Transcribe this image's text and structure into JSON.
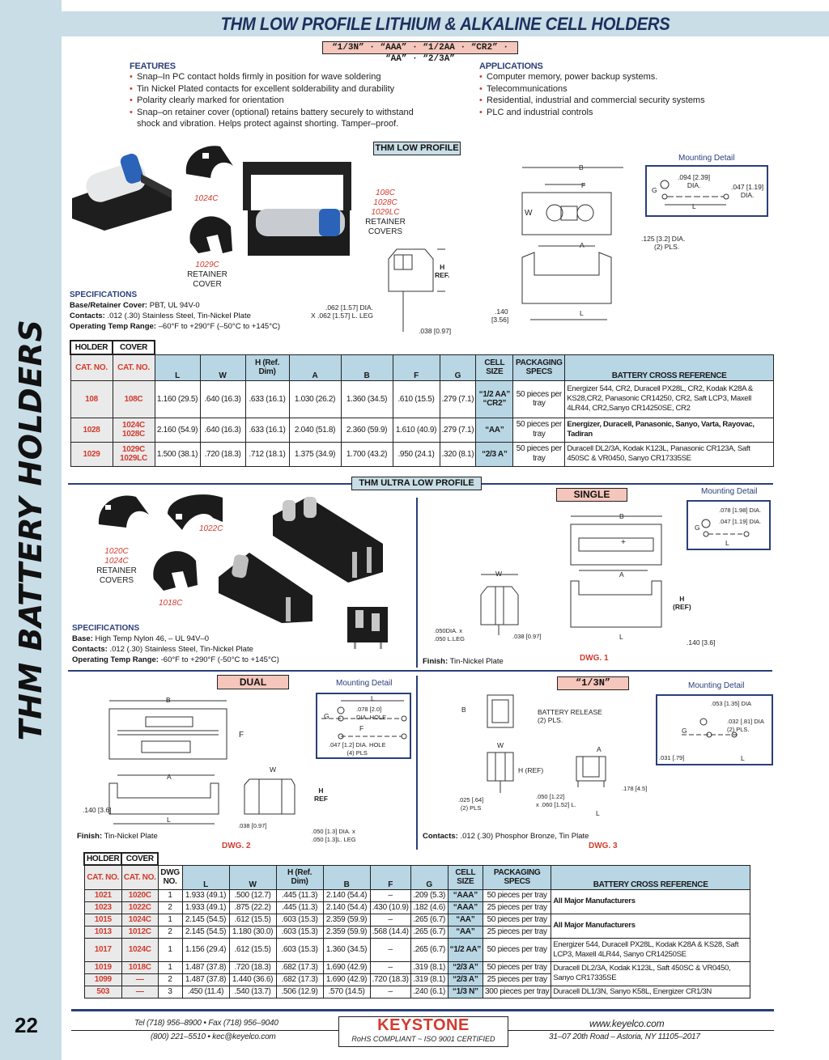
{
  "sidebar": {
    "title": "THM BATTERY HOLDERS",
    "page_number": "22"
  },
  "header": {
    "title": "THM LOW PROFILE LITHIUM & ALKALINE CELL HOLDERS",
    "sizes": "“1/3N” · “AAA” · “1/2AA · “CR2” · “AA” · “2/3A”"
  },
  "features": {
    "heading": "FEATURES",
    "items": [
      "Snap–In PC contact holds firmly in position for wave soldering",
      "Tin Nickel Plated contacts for excellent solderability and durability",
      "Polarity clearly marked for orientation",
      "Snap–on retainer cover (optional) retains battery securely to withstand shock and vibration. Helps protect against shorting. Tamper–proof."
    ]
  },
  "applications": {
    "heading": "APPLICATIONS",
    "items": [
      "Computer memory, power backup systems.",
      "Telecommunications",
      "Residential, industrial and commercial security systems",
      "PLC and industrial controls"
    ]
  },
  "low_profile": {
    "label": "THM LOW PROFILE",
    "cover_1024c": "1024C",
    "cover_1029c": "1029C",
    "retainer_cover": [
      "RETAINER",
      "COVER"
    ],
    "covers_list": [
      "108C",
      "1028C",
      "1029LC"
    ],
    "retainer_covers": [
      "RETAINER",
      "COVERS"
    ],
    "specs": {
      "heading": "SPECIFICATIONS",
      "rows": [
        {
          "label": "Base/Retainer Cover:",
          "value": "PBT, UL 94V-0"
        },
        {
          "label": "Contacts:",
          "value": ".012 (.30) Stainless Steel, Tin-Nickel Plate"
        },
        {
          "label": "Operating Temp Range:",
          "value": "–60°F to +290°F (–50°C to +145°C)"
        }
      ]
    },
    "side_dims": {
      "h_ref": [
        "H",
        "REF."
      ],
      "leg": [
        ".062 [1.57] DIA.",
        "X .062 [1.57] L. LEG"
      ],
      "pin": ".038 [0.97]"
    },
    "drawing_dims": {
      "b": "B",
      "f": "F",
      "w": "W",
      "a": "A",
      "l": "L",
      "hole": [
        ".125 [3.2] DIA.",
        "(2) PLS."
      ],
      "standoff": [
        ".140",
        "[3.56]"
      ]
    },
    "mounting": {
      "title": "Mounting Detail",
      "d1": [
        ".094 [2.39]",
        "DIA."
      ],
      "d2": [
        ".047 [1.19]",
        "DIA."
      ],
      "g": "G",
      "l": "L"
    }
  },
  "table1": {
    "group_headers": [
      "HOLDER",
      "COVER"
    ],
    "columns": [
      "CAT. NO.",
      "CAT. NO.",
      "L",
      "W",
      "H (Ref. Dim)",
      "A",
      "B",
      "F",
      "G",
      "CELL SIZE",
      "PACKAGING SPECS",
      "BATTERY CROSS REFERENCE"
    ],
    "rows": [
      {
        "holder": "108",
        "cover": "108C",
        "L": "1.160 (29.5)",
        "W": ".640 (16.3)",
        "H": ".633 (16.1)",
        "A": "1.030 (26.2)",
        "B": "1.360 (34.5)",
        "F": ".610 (15.5)",
        "G": ".279 (7.1)",
        "cell": "“1/2 AA” “CR2”",
        "pack": "50 pieces per tray",
        "xref": "Energizer 544, CR2, Duracell PX28L, CR2, Kodak K28A & KS28,CR2, Panasonic CR14250, CR2, Saft LCP3, Maxell 4LR44, CR2,Sanyo CR14250SE, CR2"
      },
      {
        "holder": "1028",
        "cover": "1024C 1028C",
        "L": "2.160 (54.9)",
        "W": ".640 (16.3)",
        "H": ".633 (16.1)",
        "A": "2.040 (51.8)",
        "B": "2.360 (59.9)",
        "F": "1.610 (40.9)",
        "G": ".279 (7.1)",
        "cell": "“AA”",
        "pack": "50 pieces per tray",
        "xref": "Energizer, Duracell, Panasonic, Sanyo, Varta, Rayovac, Tadiran"
      },
      {
        "holder": "1029",
        "cover": "1029C 1029LC",
        "L": "1.500 (38.1)",
        "W": ".720 (18.3)",
        "H": ".712 (18.1)",
        "A": "1.375 (34.9)",
        "B": "1.700 (43.2)",
        "F": ".950 (24.1)",
        "G": ".320 (8.1)",
        "cell": "“2/3 A”",
        "pack": "50 pieces per tray",
        "xref": "Duracell DL2/3A, Kodak K123L, Panasonic CR123A, Saft 450SC & VR0450, Sanyo CR17335SE"
      }
    ]
  },
  "ultra_low": {
    "label": "THM ULTRA LOW PROFILE",
    "cover_1022c": "1022C",
    "covers_a": [
      "1020C",
      "1024C"
    ],
    "retainer_covers": [
      "RETAINER",
      "COVERS"
    ],
    "cover_1018c": "1018C",
    "specs": {
      "heading": "SPECIFICATIONS",
      "rows": [
        {
          "label": "Base:",
          "value": "High Temp Nylon 46, – UL 94V–0"
        },
        {
          "label": "Contacts:",
          "value": ".012 (.30) Stainless Steel, Tin-Nickel Plate"
        },
        {
          "label": "Operating Temp Range:",
          "value": "-60°F to +290°F (-50°C to +145°C)"
        }
      ]
    }
  },
  "single": {
    "label": "SINGLE",
    "mounting_title": "Mounting Detail",
    "m1": ".078 [1.98] DIA.",
    "m2": ".047 [1.19] DIA.",
    "g": "G",
    "l": "L",
    "b": "B",
    "a": "A",
    "w": "W",
    "h_ref": [
      "H",
      "(REF)"
    ],
    "leg": [
      ".050DIA. x",
      ".050 L.LEG"
    ],
    "pin": ".038 [0.97]",
    "standoff": ".140 [3.6]",
    "finish_label": "Finish:",
    "finish_value": "Tin-Nickel Plate",
    "dwg": "DWG. 1"
  },
  "dual": {
    "label": "DUAL",
    "mounting_title": "Mounting Detail",
    "m1": [
      ".078 [2.0]",
      "DIA. HOLE"
    ],
    "m2": [
      ".047 [1.2] DIA. HOLE",
      "(4) PLS"
    ],
    "g": "G",
    "l": "L",
    "f": "F",
    "b": "B",
    "a": "A",
    "w": "W",
    "h_ref": [
      "H",
      "REF"
    ],
    "standoff": ".140 [3.6]",
    "pin": ".038 [0.97]",
    "leg": [
      ".050 [1.3] DIA. x",
      ".050 [1.3]L. LEG"
    ],
    "finish_label": "Finish:",
    "finish_value": "Tin-Nickel Plate",
    "dwg": "DWG. 2"
  },
  "third_n": {
    "label": "“1/3N”",
    "mounting_title": "Mounting Detail",
    "m1": ".053 [1.35] DIA",
    "m2": [
      ".032 [.81] DIA",
      "(2) PLS."
    ],
    "m3": ".031 [.79]",
    "g": "G",
    "l": "L",
    "b": "B",
    "w": "W",
    "a": "A",
    "release": [
      "BATTERY RELEASE",
      "(2) PLS."
    ],
    "h_ref": "H (REF)",
    "pin": [
      ".025 [.64]",
      "(2) PLS"
    ],
    "leg": [
      ".050 [1.22]",
      "x .060 [1.52] L."
    ],
    "standoff": ".178 [4.5]",
    "contacts_label": "Contacts:",
    "contacts_value": ".012 (.30) Phosphor Bronze, Tin Plate",
    "dwg": "DWG. 3"
  },
  "table2": {
    "group_headers": [
      "HOLDER",
      "COVER"
    ],
    "columns": [
      "CAT. NO.",
      "CAT. NO.",
      "DWG NO.",
      "L",
      "W",
      "H (Ref. Dim)",
      "B",
      "F",
      "G",
      "CELL SIZE",
      "PACKAGING SPECS",
      "BATTERY CROSS REFERENCE"
    ],
    "rows": [
      {
        "holder": "1021",
        "cover": "1020C",
        "dwg": "1",
        "L": "1.933 (49.1)",
        "W": ".500 (12.7)",
        "H": ".445 (11.3)",
        "B": "2.140 (54.4)",
        "F": "–",
        "G": ".209 (5.3)",
        "cell": "“AAA”",
        "pack": "50 pieces per tray"
      },
      {
        "holder": "1023",
        "cover": "1022C",
        "dwg": "2",
        "L": "1.933 (49.1)",
        "W": ".875 (22.2)",
        "H": ".445 (11.3)",
        "B": "2.140 (54.4)",
        "F": ".430 (10.9)",
        "G": ".182 (4.6)",
        "cell": "“AAA”",
        "pack": "25 pieces per tray"
      },
      {
        "holder": "1015",
        "cover": "1024C",
        "dwg": "1",
        "L": "2.145 (54.5)",
        "W": ".612 (15.5)",
        "H": ".603 (15.3)",
        "B": "2.359 (59.9)",
        "F": "–",
        "G": ".265 (6.7)",
        "cell": "“AA”",
        "pack": "50 pieces per tray"
      },
      {
        "holder": "1013",
        "cover": "1012C",
        "dwg": "2",
        "L": "2.145 (54.5)",
        "W": "1.180 (30.0)",
        "H": ".603 (15.3)",
        "B": "2.359 (59.9)",
        "F": ".568 (14.4)",
        "G": ".265 (6.7)",
        "cell": "“AA”",
        "pack": "25 pieces per tray"
      },
      {
        "holder": "1017",
        "cover": "1024C",
        "dwg": "1",
        "L": "1.156 (29.4)",
        "W": ".612 (15.5)",
        "H": ".603 (15.3)",
        "B": "1.360 (34.5)",
        "F": "–",
        "G": ".265 (6.7)",
        "cell": "“1/2 AA”",
        "pack": "50 pieces per tray"
      },
      {
        "holder": "1019",
        "cover": "1018C",
        "dwg": "1",
        "L": "1.487 (37.8)",
        "W": ".720 (18.3)",
        "H": ".682 (17.3)",
        "B": "1.690 (42.9)",
        "F": "–",
        "G": ".319 (8.1)",
        "cell": "“2/3 A”",
        "pack": "50 pieces per tray"
      },
      {
        "holder": "1099",
        "cover": "—",
        "dwg": "2",
        "L": "1.487 (37.8)",
        "W": "1.440 (36.6)",
        "H": ".682 (17.3)",
        "B": "1.690 (42.9)",
        "F": ".720 (18.3)",
        "G": ".319 (8.1)",
        "cell": "“2/3 A”",
        "pack": "25 pieces per tray"
      },
      {
        "holder": "503",
        "cover": "—",
        "dwg": "3",
        "L": ".450 (11.4)",
        "W": ".540 (13.7)",
        "H": ".506 (12.9)",
        "B": ".570 (14.5)",
        "F": "–",
        "G": ".240 (6.1)",
        "cell": "“1/3 N”",
        "pack": "300 pieces per tray"
      }
    ],
    "xref_groups": [
      "All Major Manufacturers",
      "All Major Manufacturers",
      "Energizer 544, Duracell PX28L, Kodak K28A & KS28, Saft LCP3, Maxell 4LR44, Sanyo CR14250SE",
      "Duracell DL2/3A, Kodak K123L, Saft 450SC & VR0450, Sanyo CR17335SE",
      "Duracell DL1/3N, Sanyo K58L, Energizer CR1/3N"
    ]
  },
  "footer": {
    "tel_fax": "Tel (718) 956–8900  •  Fax (718) 956–9040",
    "phone_email": "(800) 221–5510 •  kec@keyelco.com",
    "logo": "KEYSTONE",
    "rohs": "RoHS COMPLIANT  ~  ISO 9001 CERTIFIED",
    "website": "www.keyelco.com",
    "address": "31–07 20th Road – Astoria, NY 11105–2017"
  },
  "colors": {
    "navy": "#1d2f5e",
    "accent_red": "#d23b2e",
    "band_blue": "#c8dde6",
    "pink_label": "#f5c6bb"
  }
}
